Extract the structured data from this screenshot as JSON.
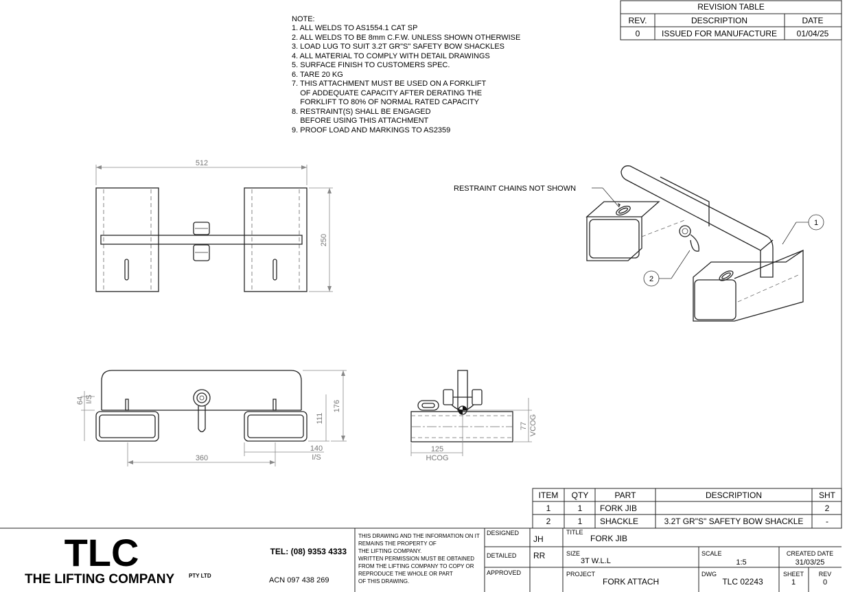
{
  "notes": {
    "heading": "NOTE:",
    "lines": [
      "1. ALL WELDS TO AS1554.1 CAT SP",
      "2. ALL WELDS TO BE 8mm C.F.W. UNLESS SHOWN OTHERWISE",
      "3. LOAD LUG TO SUIT 3.2T GR\"S\" SAFETY BOW SHACKLES",
      "4. ALL MATERIAL TO COMPLY WITH DETAIL DRAWINGS",
      "5. SURFACE FINISH TO CUSTOMERS SPEC.",
      "6. TARE 20 KG",
      "7. THIS ATTACHMENT MUST BE USED ON A FORKLIFT",
      "    OF ADDEQUATE CAPACITY AFTER DERATING THE",
      "    FORKLIFT TO 80% OF NORMAL RATED CAPACITY",
      "8. RESTRAINT(S) SHALL BE ENGAGED",
      "    BEFORE USING THIS ATTACHMENT",
      "9. PROOF LOAD AND MARKINGS TO AS2359"
    ]
  },
  "revision_table": {
    "title": "REVISION TABLE",
    "headers": [
      "REV.",
      "DESCRIPTION",
      "DATE"
    ],
    "rows": [
      [
        "0",
        "ISSUED FOR MANUFACTURE",
        "01/04/25"
      ]
    ]
  },
  "dimensions": {
    "top_width": "512",
    "top_height": "250",
    "front_is_height": "64",
    "front_is_label": "I/S",
    "front_height_111": "111",
    "front_height_176": "176",
    "front_width_360": "360",
    "front_inner_140": "140",
    "front_inner_label": "I/S",
    "side_125": "125",
    "side_hcog": "HCOG",
    "side_77": "77",
    "side_vcog": "VCOG"
  },
  "iso": {
    "callout_note": "RESTRAINT CHAINS NOT SHOWN",
    "balloon_1": "1",
    "balloon_2": "2"
  },
  "bom": {
    "headers": [
      "ITEM",
      "QTY",
      "PART",
      "DESCRIPTION",
      "SHT"
    ],
    "rows": [
      [
        "1",
        "1",
        "FORK JIB",
        "",
        "2"
      ],
      [
        "2",
        "1",
        "SHACKLE",
        "3.2T GR\"S\" SAFETY BOW SHACKLE",
        "-"
      ]
    ]
  },
  "title_block": {
    "logo": "TLC",
    "company": "THE LIFTING COMPANY",
    "company_suffix": "PTY LTD",
    "tel": "TEL: (08) 9353 4333",
    "acn": "ACN 097 438 269",
    "disclaimer": [
      "THIS DRAWING AND THE INFORMATION ON IT",
      "REMAINS THE PROPERTY OF",
      "THE LIFTING COMPANY.",
      "WRITTEN PERMISSION MUST BE OBTAINED",
      "FROM THE LIFTING COMPANY TO COPY OR",
      "REPRODUCE THE WHOLE OR PART",
      "OF THIS DRAWING."
    ],
    "designed_label": "DESIGNED",
    "designed": "JH",
    "detailed_label": "DETAILED",
    "detailed": "RR",
    "approved_label": "APPROVED",
    "approved": "",
    "title_label": "TITLE",
    "title": "FORK JIB",
    "size_label": "SIZE",
    "size": "3T W.L.L",
    "scale_label": "SCALE",
    "scale": "1:5",
    "created_label": "CREATED DATE",
    "created": "31/03/25",
    "project_label": "PROJECT",
    "project": "FORK ATTACH",
    "dwg_label": "DWG",
    "dwg": "TLC 02243",
    "sheet_label": "SHEET",
    "sheet": "1",
    "rev_label": "REV",
    "rev": "0"
  }
}
